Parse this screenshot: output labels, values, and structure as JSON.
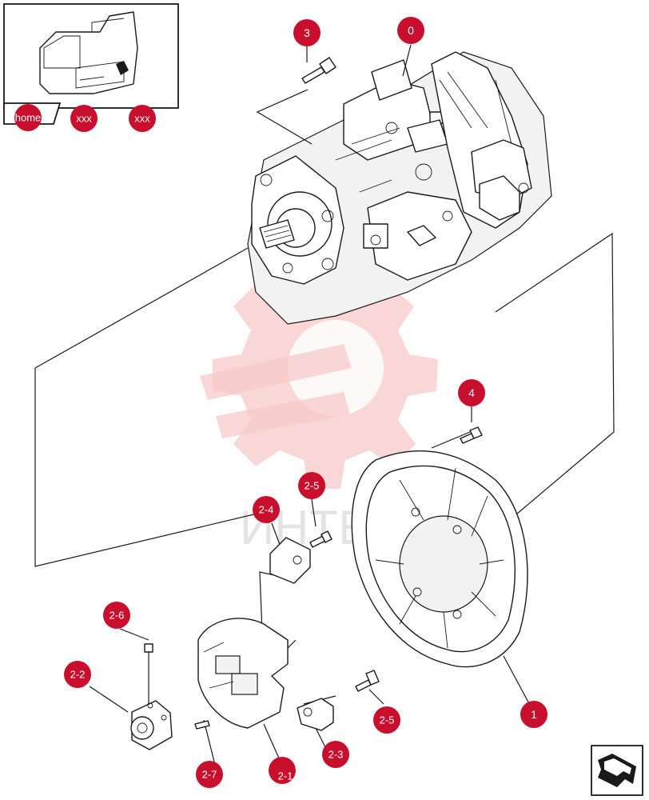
{
  "watermark": {
    "text": "ИНТЕХ"
  },
  "nav": {
    "home_label": "home",
    "crumb1_label": "xxx",
    "crumb2_label": "xxx"
  },
  "callouts": {
    "c0": "0",
    "c1": "1",
    "c3": "3",
    "c4": "4",
    "c2_1": "2-1",
    "c2_2": "2-2",
    "c2_3": "2-3",
    "c2_4": "2-4",
    "c2_5a": "2-5",
    "c2_5b": "2-5",
    "c2_6": "2-6",
    "c2_7": "2-7"
  },
  "colors": {
    "callout": "#c8102e",
    "watermark": "#f7c9c9",
    "line": "#1a1a1a"
  },
  "icons": {
    "return_arrow": "return-arrow-icon",
    "excavator": "excavator-thumbnail"
  }
}
